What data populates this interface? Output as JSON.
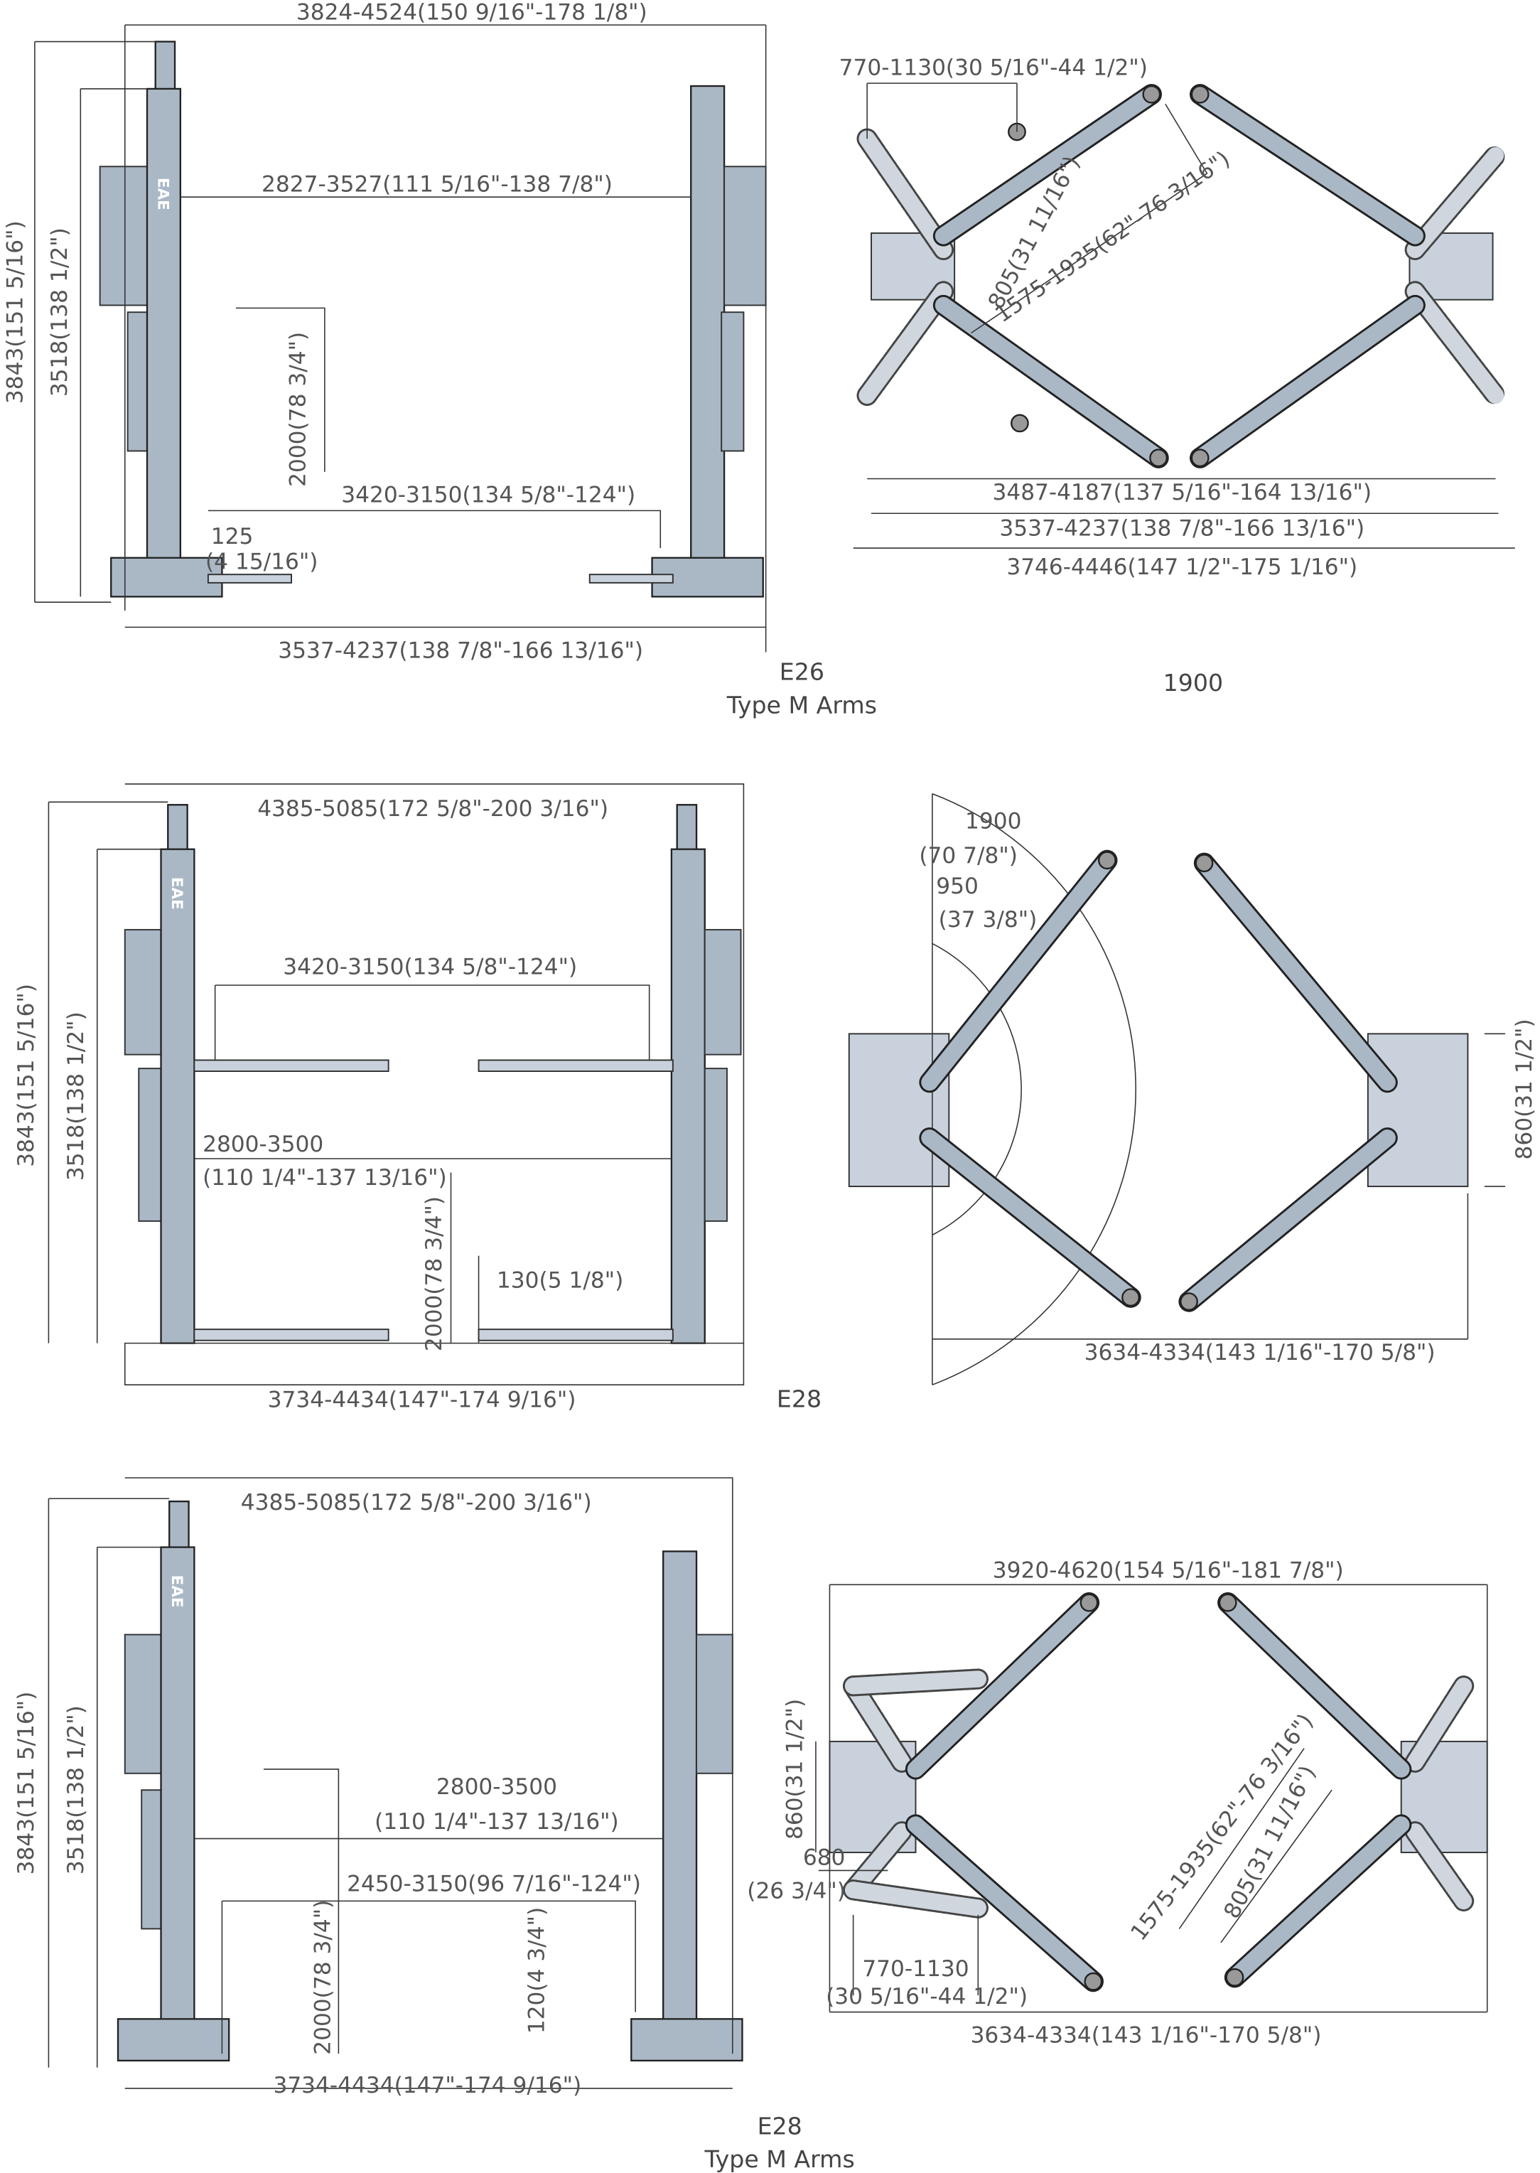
{
  "brand_logo": "EAE",
  "colors": {
    "column": "#aab8c6",
    "line": "#333333",
    "text": "#555555"
  },
  "section1": {
    "side": {
      "overall_width": "3824-4524(150 9/16\"-178 1/8\")",
      "inner_width": "2827-3527(111 5/16\"-138 7/8\")",
      "total_height": "3843(151 5/16\")",
      "column_height": "3518(138 1/2\")",
      "lift_height": "2000(78 3/4\")",
      "drive_through": "3420-3150(134 5/8\"-124\")",
      "min_height": "125",
      "min_height_in": "(4 15/16\")",
      "base_width": "3537-4237(138 7/8\"-166 13/16\")"
    },
    "caption_model": "E26",
    "caption_arms": "Type M Arms",
    "top": {
      "arm_reach": "770-1130(30 5/16\"-44 1/2\")",
      "short_arm": "805(31 11/16\")",
      "long_arm": "1575-1935(62\"-76 3/16\")",
      "width1": "3487-4187(137 5/16\"-164 13/16\")",
      "width2": "3537-4237(138 7/8\"-166 13/16\")",
      "width3": "3746-4446(147 1/2\"-175 1/16\")",
      "caption": "1900"
    }
  },
  "section2": {
    "side": {
      "overall_width": "4385-5085(172 5/8\"-200 3/16\")",
      "total_height": "3843(151 5/16\")",
      "column_height": "3518(138 1/2\")",
      "drive_through": "3420-3150(134 5/8\"-124\")",
      "inner_width": "2800-3500",
      "inner_width_in": "(110 1/4\"-137 13/16\")",
      "lift_height": "2000(78 3/4\")",
      "min_height": "130(5 1/8\")",
      "base_width": "3734-4434(147\"-174 9/16\")"
    },
    "caption_model": "E28",
    "top": {
      "radius_long": "1900",
      "radius_long_in": "(70 7/8\")",
      "radius_short": "950",
      "radius_short_in": "(37 3/8\")",
      "depth": "860(31 1/2\")",
      "width": "3634-4334(143 1/16\"-170 5/8\")"
    }
  },
  "section3": {
    "side": {
      "overall_width": "4385-5085(172 5/8\"-200 3/16\")",
      "total_height": "3843(151 5/16\")",
      "column_height": "3518(138 1/2\")",
      "inner_width": "2800-3500",
      "inner_width_in": "(110 1/4\"-137 13/16\")",
      "drive_through": "2450-3150(96 7/16\"-124\")",
      "lift_height": "2000(78 3/4\")",
      "min_height": "120(4 3/4\")",
      "base_width": "3734-4434(147\"-174 9/16\")"
    },
    "caption_model": "E28",
    "caption_arms": "Type M Arms",
    "top": {
      "overall_width": "3920-4620(154 5/16\"-181 7/8\")",
      "depth": "860(31 1/2\")",
      "offset": "680",
      "offset_in": "(26 3/4\")",
      "arm_reach": "770-1130",
      "arm_reach_in": "(30 5/16\"-44 1/2\")",
      "long_arm": "1575-1935(62\"-76 3/16\")",
      "short_arm": "805(31 11/16\")",
      "width": "3634-4334(143 1/16\"-170 5/8\")"
    }
  }
}
